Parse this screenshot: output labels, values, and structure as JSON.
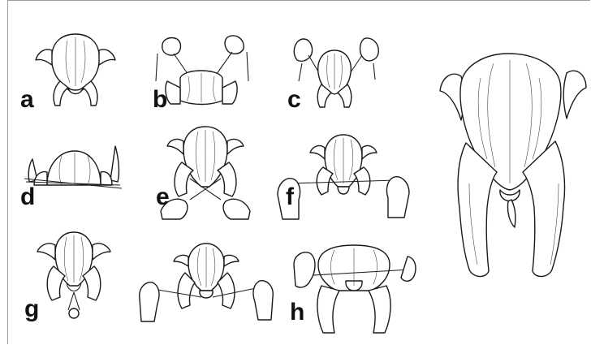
{
  "figure": {
    "labels": [
      "a",
      "b",
      "c",
      "d",
      "e",
      "f",
      "g",
      "h"
    ]
  },
  "colors": {
    "ink": "#1a1a1a",
    "background": "#ffffff",
    "frame": "#9a9a9a"
  }
}
